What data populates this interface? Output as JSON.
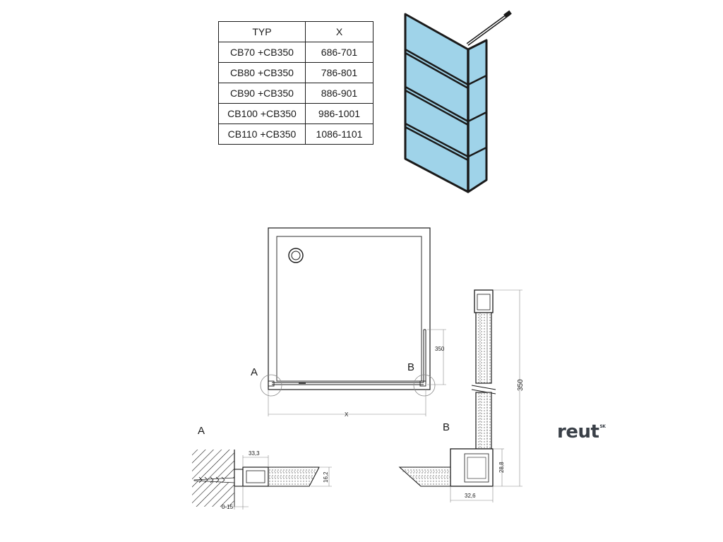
{
  "table": {
    "headers": [
      "TYP",
      "X"
    ],
    "rows": [
      [
        "CB70 +CB350",
        "686-701"
      ],
      [
        "CB80 +CB350",
        "786-801"
      ],
      [
        "CB90 +CB350",
        "886-901"
      ],
      [
        "CB100 +CB350",
        "986-1001"
      ],
      [
        "CB110 +CB350",
        "1086-1101"
      ]
    ]
  },
  "labels": {
    "point_a": "A",
    "point_b": "B",
    "detail_a": "A",
    "detail_b": "B",
    "dim_x": "X",
    "dim_350_plan": "350",
    "dim_350_side": "350",
    "dim_33_3": "33,3",
    "dim_16_2": "16,2",
    "dim_0_15": "0-15",
    "dim_28_8": "28,8",
    "dim_32_6": "32,6"
  },
  "brand": {
    "name": "reut",
    "suffix": "SK"
  },
  "colors": {
    "glass": "#9fd3e9",
    "line": "#1a1a1a",
    "brand": "#3a4048"
  }
}
